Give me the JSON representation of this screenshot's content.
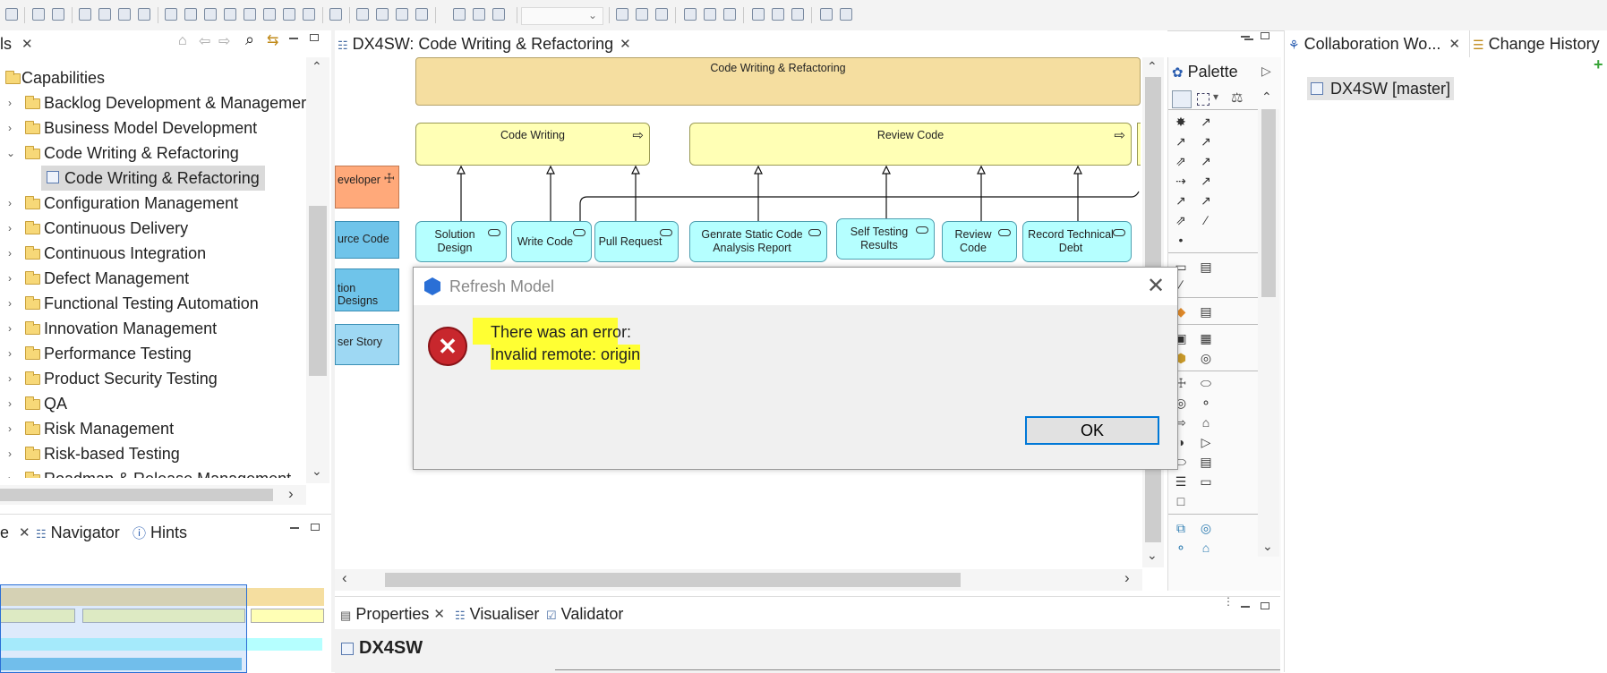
{
  "toolbar": {
    "combo_value": ""
  },
  "models_view": {
    "tab_label": "ls",
    "tree": [
      {
        "label": "Capabilities",
        "expanded": true,
        "depth": 0
      },
      {
        "label": "Backlog Development & Managemer",
        "depth": 1
      },
      {
        "label": "Business Model Development",
        "depth": 1
      },
      {
        "label": "Code Writing & Refactoring",
        "depth": 1,
        "expanded": true
      },
      {
        "label": "Code Writing & Refactoring",
        "depth": 2,
        "selected": true,
        "icon": "diagram-icon"
      },
      {
        "label": "Configuration Management",
        "depth": 1
      },
      {
        "label": "Continuous Delivery",
        "depth": 1
      },
      {
        "label": "Continuous Integration",
        "depth": 1
      },
      {
        "label": "Defect Management",
        "depth": 1
      },
      {
        "label": "Functional Testing Automation",
        "depth": 1
      },
      {
        "label": "Innovation Management",
        "depth": 1
      },
      {
        "label": "Performance Testing",
        "depth": 1
      },
      {
        "label": "Product Security Testing",
        "depth": 1
      },
      {
        "label": "QA",
        "depth": 1
      },
      {
        "label": "Risk Management",
        "depth": 1
      },
      {
        "label": "Risk-based Testing",
        "depth": 1
      },
      {
        "label": "Roadmap & Release Management",
        "depth": 1
      }
    ]
  },
  "outline_view": {
    "tabs": [
      {
        "label": "e"
      },
      {
        "label": "Navigator"
      },
      {
        "label": "Hints"
      }
    ]
  },
  "editor": {
    "tab_label": "DX4SW: Code Writing & Refactoring",
    "group_label": "Code Writing & Refactoring",
    "functions": [
      "Code Writing",
      "Review Code"
    ],
    "processes": [
      {
        "label": "Solution Design"
      },
      {
        "label": "Write Code"
      },
      {
        "label": "Pull Request"
      },
      {
        "label": "Genrate Static Code Analysis Report"
      },
      {
        "label": "Self Testing Results"
      },
      {
        "label": "Review Code"
      },
      {
        "label": "Record Technical Debt"
      }
    ],
    "side_elements": [
      "eveloper",
      "urce Code",
      "tion Designs",
      "ser Story"
    ]
  },
  "palette": {
    "title": "Palette"
  },
  "right_panel": {
    "tabs": [
      {
        "label": "Collaboration Wo..."
      },
      {
        "label": "Change History"
      }
    ],
    "repo_label": "DX4SW [master]"
  },
  "dialog": {
    "title": "Refresh Model",
    "line1": "There was an error:",
    "line2": "Invalid remote: origin",
    "ok_label": "OK"
  },
  "properties": {
    "tabs": [
      {
        "label": "Properties"
      },
      {
        "label": "Visualiser"
      },
      {
        "label": "Validator"
      }
    ],
    "title": "DX4SW"
  },
  "colors": {
    "grouping": "#f5dea0",
    "business_function": "#ffffb5",
    "process": "#b5ffff",
    "actor": "#ffa97a",
    "data": "#6fc4ea",
    "highlight": "#ffff33",
    "error": "#c8272d",
    "focus": "#0078d7"
  }
}
